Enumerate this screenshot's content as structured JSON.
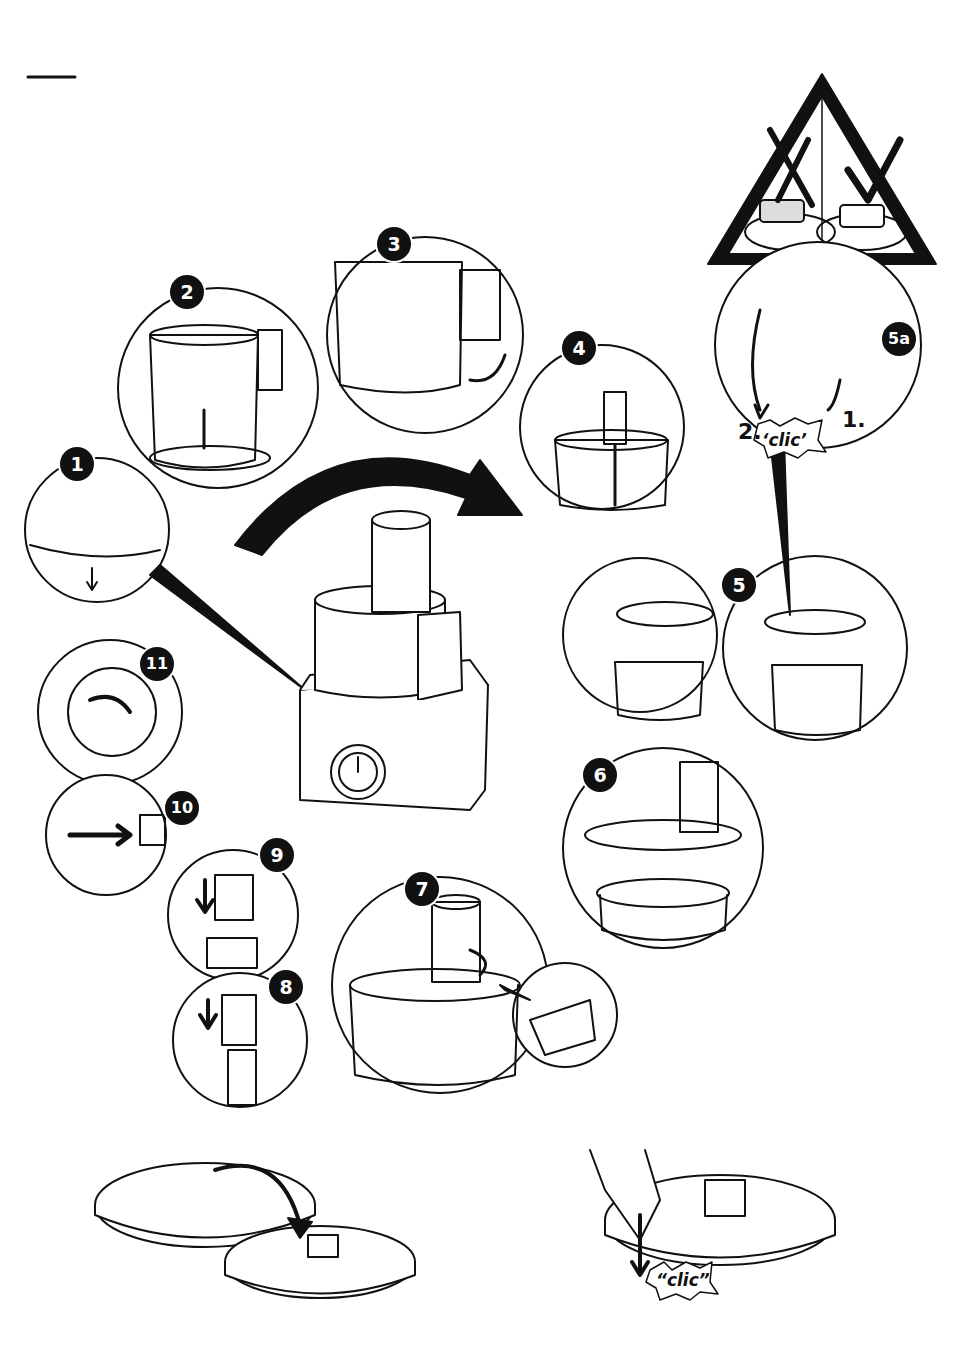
{
  "diagram": {
    "nodes": [
      {
        "text": [
          "1"
        ]
      },
      {
        "text": [
          "2"
        ]
      },
      {
        "text": [
          "3"
        ]
      },
      {
        "text": [
          "4"
        ]
      },
      {
        "text": [
          "5"
        ]
      },
      {
        "text": [
          "5a"
        ]
      },
      {
        "text": [
          "6"
        ]
      },
      {
        "text": [
          "7"
        ]
      },
      {
        "text": [
          "8"
        ]
      },
      {
        "text": [
          "9"
        ]
      },
      {
        "text": [
          "10"
        ]
      },
      {
        "text": [
          "11"
        ]
      }
    ],
    "labels": [
      "1.",
      "2.",
      "‘clic’",
      "“clic”"
    ]
  }
}
